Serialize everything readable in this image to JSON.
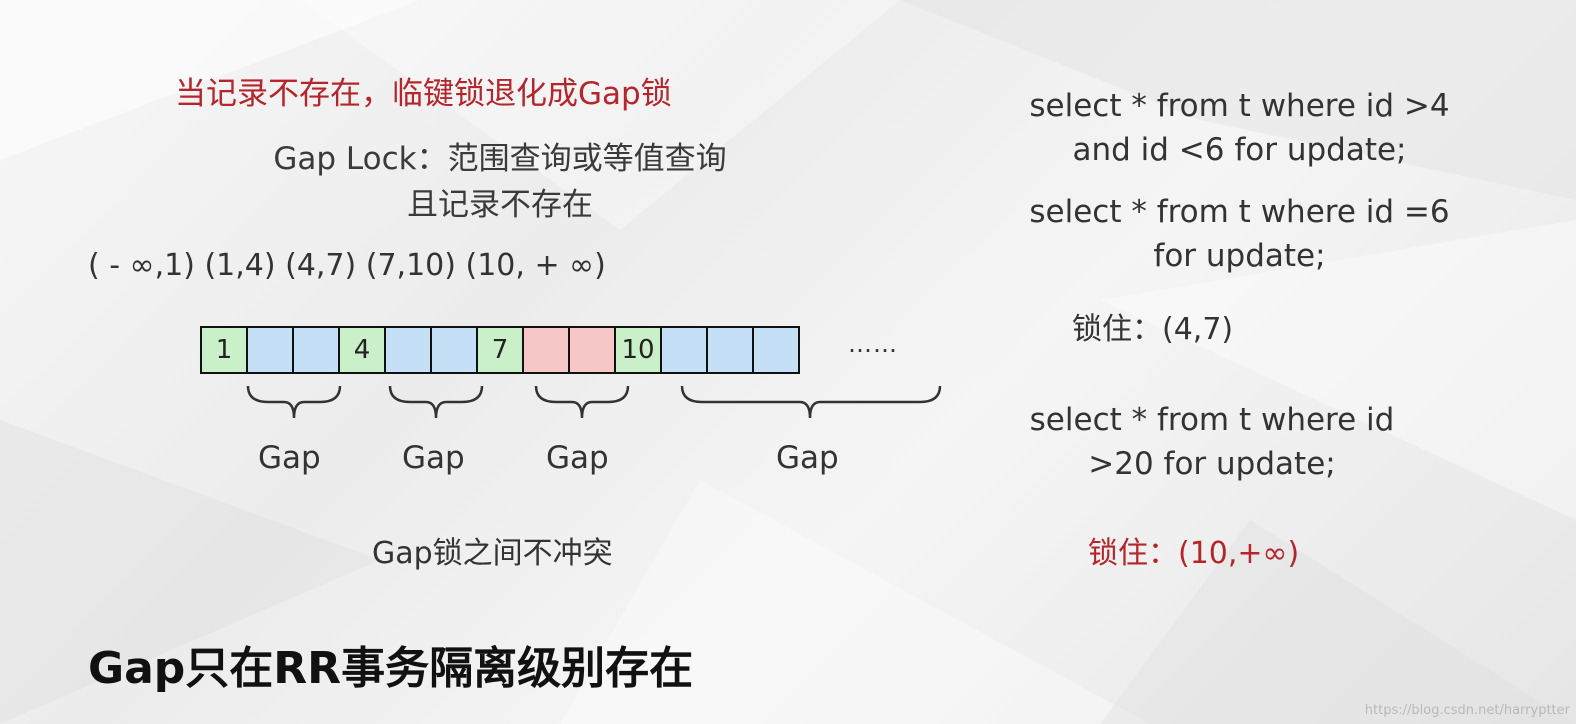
{
  "header": {
    "title_red": "当记录不存在，临键锁退化成Gap锁",
    "gap_lock_line1": "Gap Lock：范围查询或等值查询",
    "gap_lock_line2": "且记录不存在"
  },
  "intervals": "( - ∞,1) (1,4) (4,7) (7,10) (10,  + ∞)",
  "index_cells": [
    {
      "label": "1",
      "kind": "record"
    },
    {
      "label": "",
      "kind": "gap"
    },
    {
      "label": "",
      "kind": "gap"
    },
    {
      "label": "4",
      "kind": "record"
    },
    {
      "label": "",
      "kind": "gap"
    },
    {
      "label": "",
      "kind": "gap"
    },
    {
      "label": "7",
      "kind": "record"
    },
    {
      "label": "",
      "kind": "locked"
    },
    {
      "label": "",
      "kind": "locked"
    },
    {
      "label": "10",
      "kind": "record"
    },
    {
      "label": "",
      "kind": "gap"
    },
    {
      "label": "",
      "kind": "gap"
    },
    {
      "label": "",
      "kind": "gap"
    }
  ],
  "ellipsis": "……",
  "gap_labels": [
    "Gap",
    "Gap",
    "Gap",
    "Gap"
  ],
  "no_conflict": "Gap锁之间不冲突",
  "queries": {
    "q1_line1": "select * from t where id >4",
    "q1_line2": "and id <6 for update;",
    "q2_line1": "select * from t where id =6",
    "q2_line2": "for update;",
    "lock1": "锁住：(4,7)",
    "q3_line1": "select * from t where id",
    "q3_line2": ">20 for update;",
    "lock2": "锁住：(10,+∞)"
  },
  "footer": {
    "statement": "Gap只在RR事务隔离级别存在",
    "watermark": "https://blog.csdn.net/harryptter"
  },
  "colors": {
    "accent_red": "#b5252c",
    "record_green": "#c9f0c9",
    "gap_blue": "#c5dff6",
    "locked_red": "#f7c7c7"
  }
}
